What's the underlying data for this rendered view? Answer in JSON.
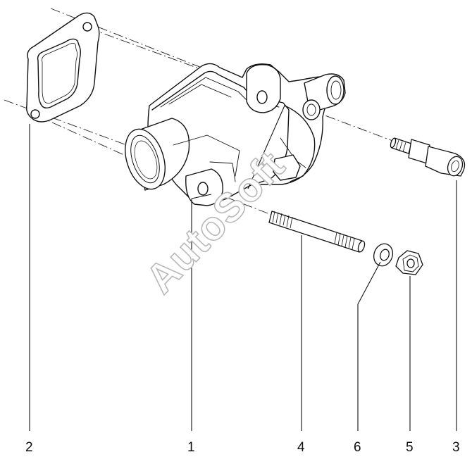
{
  "diagram": {
    "watermark": "AutoSoft",
    "callouts": [
      {
        "id": "callout-2",
        "label": "2",
        "part": "gasket"
      },
      {
        "id": "callout-1",
        "label": "1",
        "part": "thermostat-housing"
      },
      {
        "id": "callout-4",
        "label": "4",
        "part": "stud"
      },
      {
        "id": "callout-6",
        "label": "6",
        "part": "washer"
      },
      {
        "id": "callout-5",
        "label": "5",
        "part": "nut"
      },
      {
        "id": "callout-3",
        "label": "3",
        "part": "temperature-sensor"
      }
    ]
  }
}
